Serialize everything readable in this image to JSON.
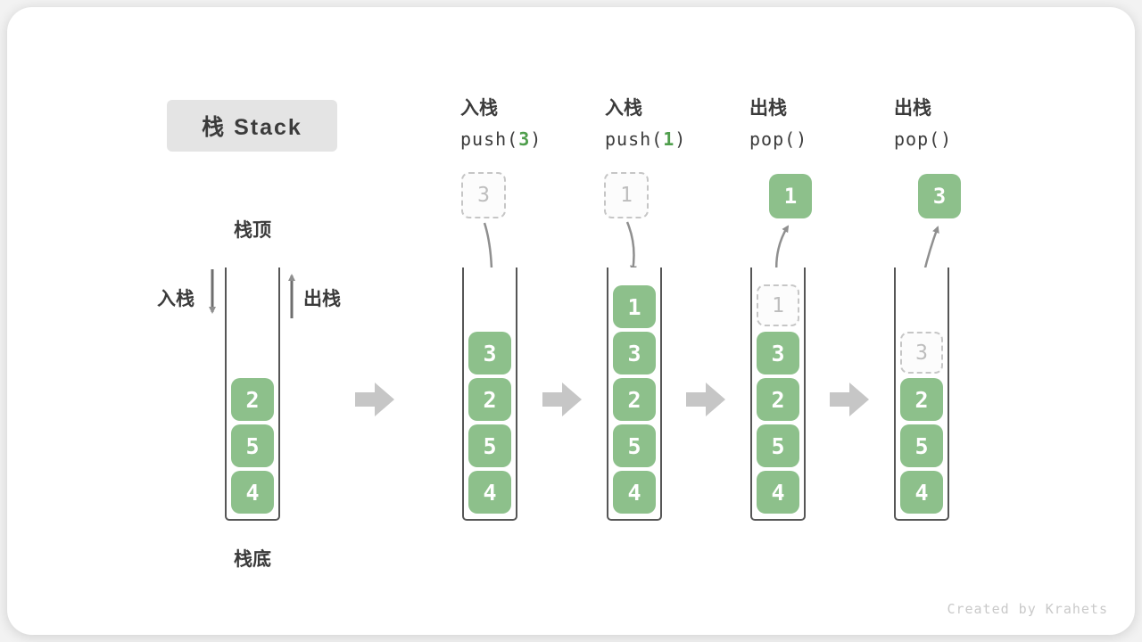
{
  "title": "栈 Stack",
  "watermark": "Created by Krahets",
  "labels": {
    "stack_top": "栈顶",
    "stack_bottom": "栈底",
    "push_cn": "入栈",
    "pop_cn": "出栈"
  },
  "columns": [
    {
      "stack": [
        "2",
        "5",
        "4"
      ]
    },
    {
      "op_cn": "入栈",
      "code_pre": "push(",
      "code_arg": "3",
      "code_post": ")",
      "incoming": "3",
      "stack": [
        "3",
        "2",
        "5",
        "4"
      ]
    },
    {
      "op_cn": "入栈",
      "code_pre": "push(",
      "code_arg": "1",
      "code_post": ")",
      "incoming": "1",
      "stack": [
        "1",
        "3",
        "2",
        "5",
        "4"
      ]
    },
    {
      "op_cn": "出栈",
      "code_pre": "pop()",
      "code_arg": "",
      "code_post": "",
      "popped": "1",
      "ghost": "1",
      "stack": [
        "3",
        "2",
        "5",
        "4"
      ]
    },
    {
      "op_cn": "出栈",
      "code_pre": "pop()",
      "code_arg": "",
      "code_post": "",
      "popped": "3",
      "ghost": "3",
      "stack": [
        "2",
        "5",
        "4"
      ]
    }
  ],
  "colors": {
    "block_green": "#8dc08b",
    "code_arg_green": "#4f9e4c",
    "big_arrow_gray": "#c6c6c6",
    "thin_arrow_gray": "#8f8f8f",
    "container_stroke": "#565656"
  }
}
